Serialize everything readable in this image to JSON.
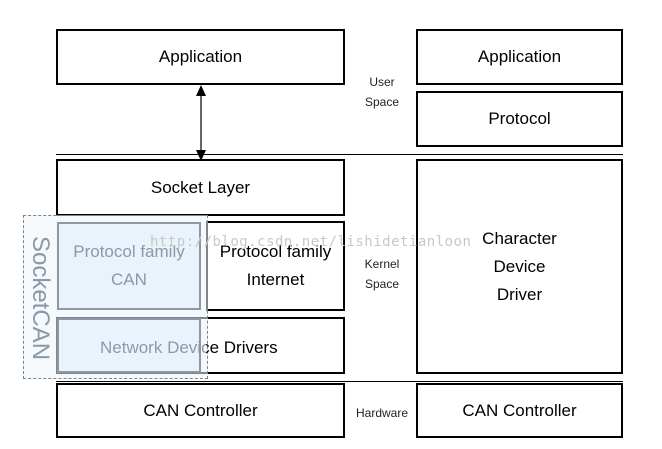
{
  "left_stack": {
    "application": "Application",
    "socket_layer": "Socket Layer",
    "protocol_family_can": "Protocol family\nCAN",
    "protocol_family_internet": "Protocol family\nInternet",
    "network_device_drivers": "Network Device Drivers",
    "can_controller": "CAN Controller"
  },
  "socketcan": {
    "label": "SocketCAN"
  },
  "right_stack": {
    "application": "Application",
    "protocol": "Protocol",
    "character_device_driver": "Character\nDevice\nDriver",
    "can_controller": "CAN Controller"
  },
  "layers": {
    "user_space": "User\nSpace",
    "kernel_space": "Kernel\nSpace",
    "hardware": "Hardware"
  },
  "watermark": "http://blog.csdn.net/lishidetianloon"
}
